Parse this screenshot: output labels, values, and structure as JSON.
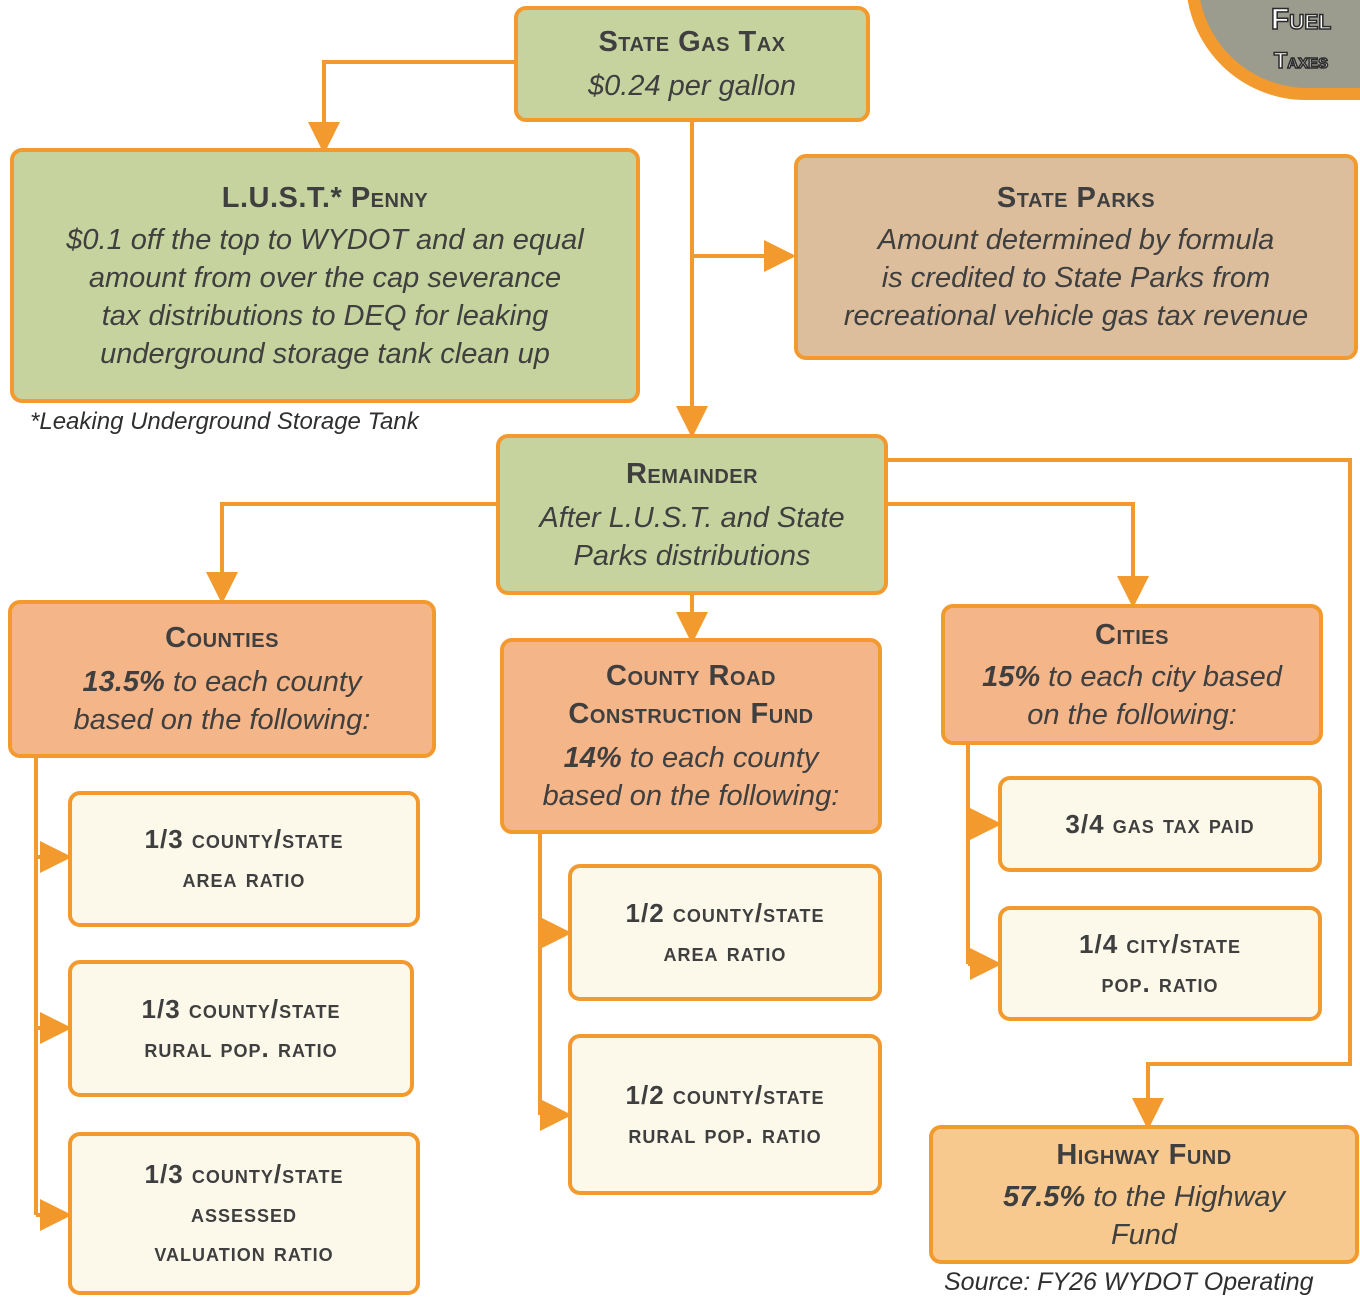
{
  "badge": {
    "line1": "Fuel",
    "line2": "Taxes"
  },
  "gas_tax": {
    "title": "State Gas Tax",
    "body": "$0.24 per gallon"
  },
  "lust": {
    "title": "L.U.S.T.* Penny",
    "body": [
      "$0.1 off the top to WYDOT and an equal",
      "amount from over the cap severance",
      "tax distributions to DEQ for leaking",
      "underground storage tank clean up"
    ]
  },
  "lust_footnote": "*Leaking Underground Storage Tank",
  "parks": {
    "title": "State Parks",
    "body": [
      "Amount determined by formula",
      "is credited to State Parks from",
      "recreational vehicle gas tax revenue"
    ]
  },
  "remainder": {
    "title": "Remainder",
    "body": [
      "After L.U.S.T. and State",
      "Parks distributions"
    ]
  },
  "counties": {
    "title": "Counties",
    "pct": "13.5%",
    "pct_rest": " to each county",
    "body2": "based on the following:",
    "items": [
      [
        "1/3 county/state",
        "area ratio"
      ],
      [
        "1/3 county/state",
        "rural pop. ratio"
      ],
      [
        "1/3 county/state",
        "assessed",
        "valuation ratio"
      ]
    ]
  },
  "county_road": {
    "title": [
      "County Road",
      "Construction Fund"
    ],
    "pct": "14%",
    "pct_rest": " to each county",
    "body2": "based on the following:",
    "items": [
      [
        "1/2 county/state",
        "area ratio"
      ],
      [
        "1/2 county/state",
        "rural pop. ratio"
      ]
    ]
  },
  "cities": {
    "title": "Cities",
    "pct": "15%",
    "pct_rest": " to each city based",
    "body2": "on the following:",
    "items": [
      [
        "3/4 gas tax paid"
      ],
      [
        "1/4 city/state",
        "pop. ratio"
      ]
    ]
  },
  "highway": {
    "title": "Highway Fund",
    "pct": "57.5%",
    "pct_rest": " to the Highway",
    "body2": "Fund"
  },
  "source": "Source: FY26 WYDOT Operating",
  "colors": {
    "border": "#f29a2e",
    "green": "#c7d39f",
    "tan": "#dcbe9c",
    "salmon": "#f4b589",
    "light": "#fcf8ea",
    "peach": "#f8c98e"
  }
}
